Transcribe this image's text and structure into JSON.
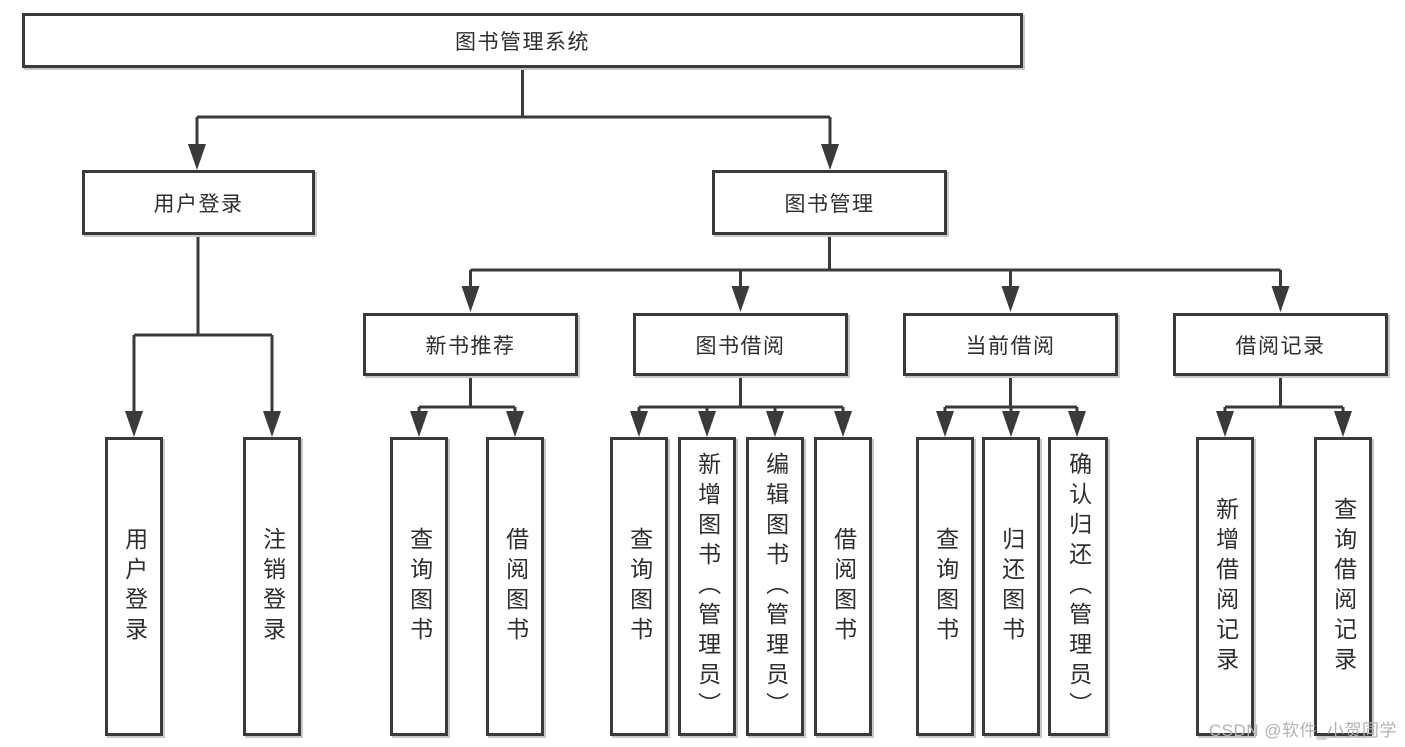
{
  "diagram": {
    "title_node": "图书管理系统",
    "colors": {
      "line": "#3a3a3a",
      "box_border": "#3a3a3a",
      "text": "#2e2e2e",
      "watermark": "#b3b3b3",
      "background": "#ffffff"
    }
  },
  "nodes": {
    "root": "图书管理系统",
    "user_login": "用户登录",
    "book_management": "图书管理",
    "new_book_recommend": "新书推荐",
    "book_borrow": "图书借阅",
    "current_borrow": "当前借阅",
    "borrow_record": "借阅记录",
    "leaf_user_login": "用户登录",
    "leaf_logout": "注销登录",
    "recommend_query_book": "查询图书",
    "recommend_borrow_book": "借阅图书",
    "borrow_query_book": "查询图书",
    "borrow_add_book": "新增图书（管理员）",
    "borrow_edit_book": "编辑图书（管理员）",
    "borrow_borrow_book": "借阅图书",
    "current_query_book": "查询图书",
    "current_return_book": "归还图书",
    "current_confirm_return": "确认归还（管理员）",
    "record_add": "新增借阅记录",
    "record_query": "查询借阅记录"
  },
  "watermark": "CSDN @软件_小贺同学"
}
